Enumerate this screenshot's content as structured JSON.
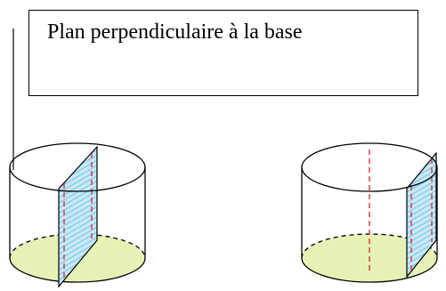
{
  "caption": {
    "text": "Plan perpendiculaire à la base"
  },
  "colors": {
    "stroke": "#000000",
    "base_fill": "#e6f2b5",
    "plane_fill": "#c9e8f5",
    "plane_hatch": "#6ec3e6",
    "plane_edge": "#d8233a"
  },
  "figures": [
    {
      "name": "cylinder-left",
      "plane": "diametral plane through the axis"
    },
    {
      "name": "cylinder-right",
      "plane": "plane parallel to the axis, off-center"
    }
  ]
}
